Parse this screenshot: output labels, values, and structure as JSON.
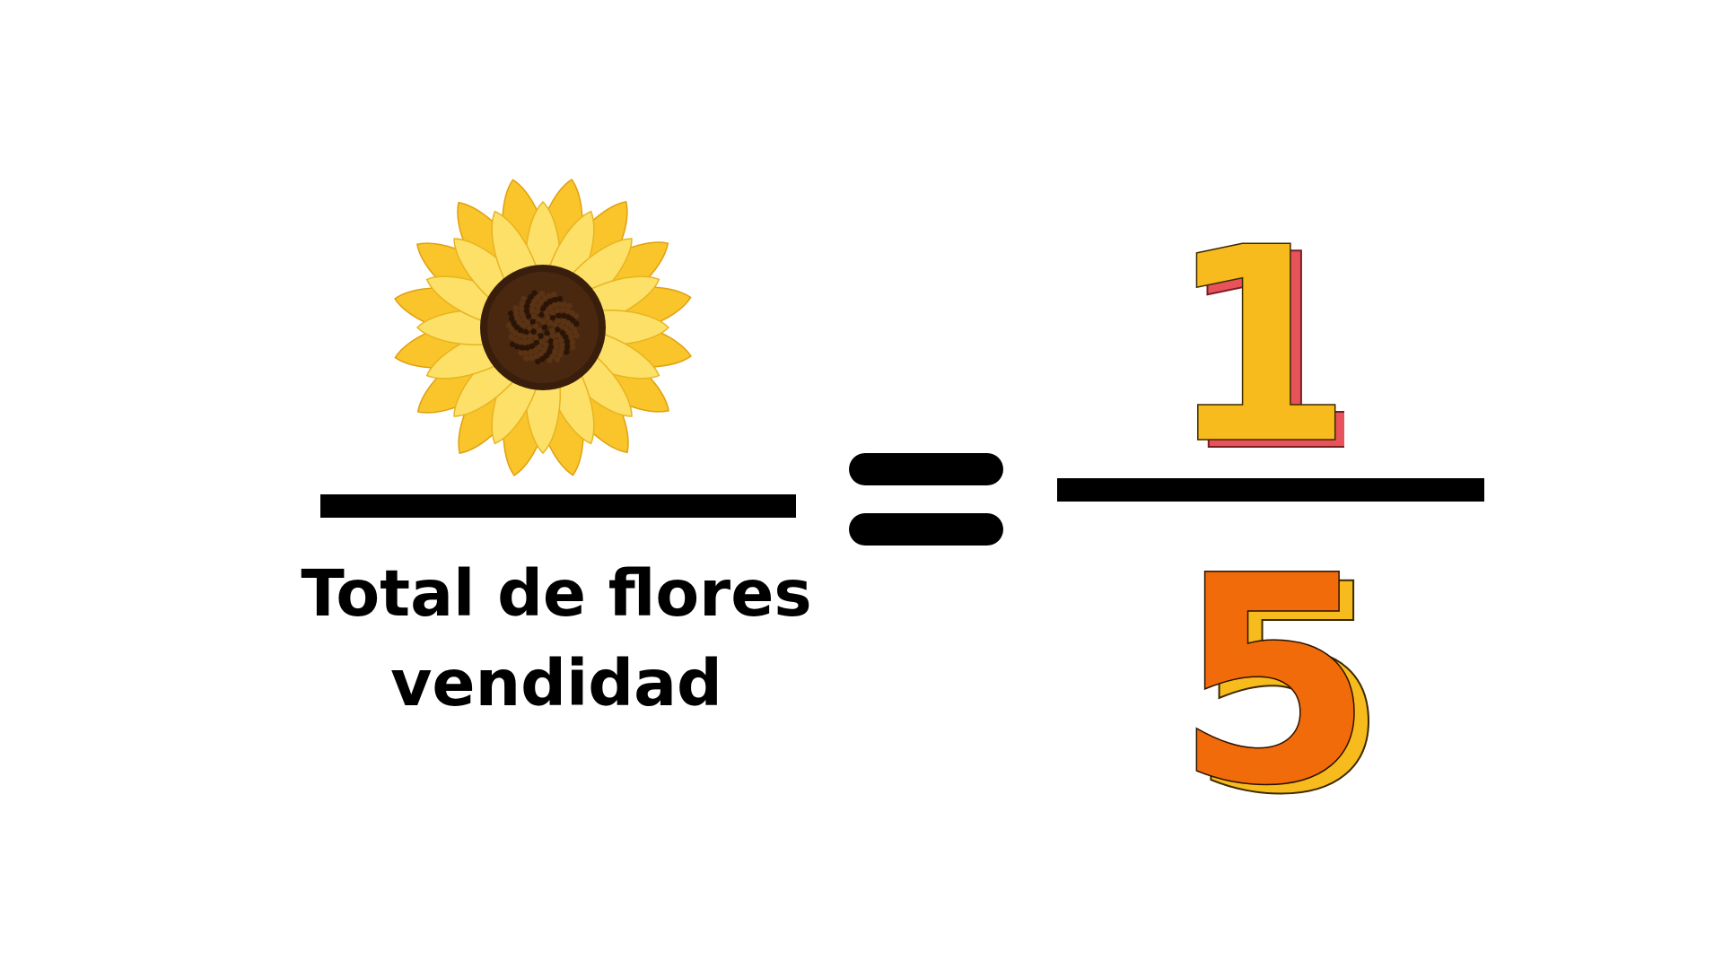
{
  "left_fraction": {
    "numerator_icon": "sunflower-icon",
    "denominator_label_lines": [
      "Total de flores",
      "vendidad"
    ]
  },
  "equals_symbol": "=",
  "right_fraction": {
    "numerator": "1",
    "denominator": "5"
  },
  "colors": {
    "background": "#ffffff",
    "bars": "#000000",
    "numerator_fill": "#F8BB1E",
    "numerator_shadow": "#E8525A",
    "denominator_fill": "#F26B0A",
    "denominator_shadow": "#F8BB1E",
    "petal": "#F9C52A",
    "petal_light": "#FCE068",
    "seed_center": "#3A1E0C"
  }
}
